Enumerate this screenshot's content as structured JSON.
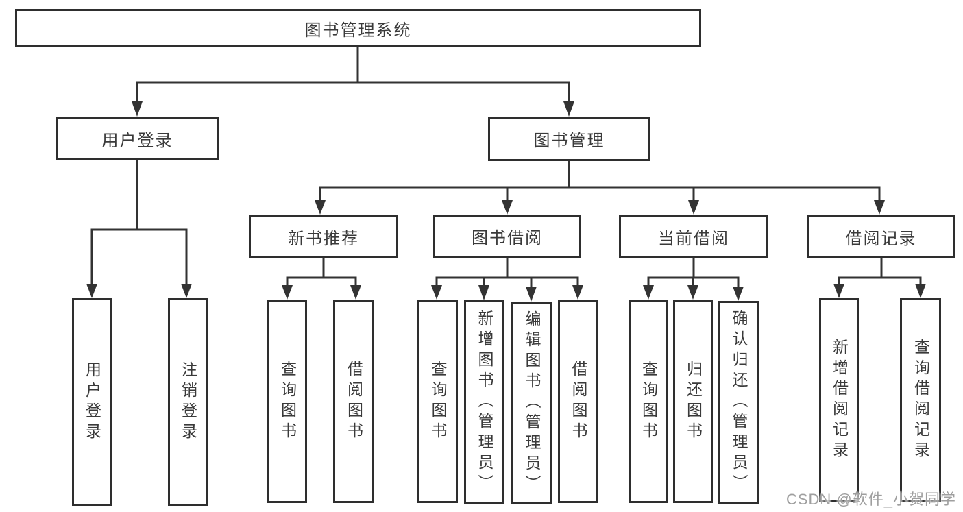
{
  "colors": {
    "background": "#ffffff",
    "line": "#333333",
    "box_border": "#2e2e2e",
    "text": "#3a3a3a",
    "watermark": "#9f9f9f"
  },
  "tree": {
    "root": {
      "label": "图书管理系统"
    },
    "children": [
      {
        "label": "用户登录",
        "children": [
          {
            "label": "用户登录"
          },
          {
            "label": "注销登录"
          }
        ]
      },
      {
        "label": "图书管理",
        "children": [
          {
            "label": "新书推荐",
            "children": [
              {
                "label": "查询图书"
              },
              {
                "label": "借阅图书"
              }
            ]
          },
          {
            "label": "图书借阅",
            "children": [
              {
                "label": "查询图书"
              },
              {
                "label": "新增图书（管理员）"
              },
              {
                "label": "编辑图书（管理员）"
              },
              {
                "label": "借阅图书"
              }
            ]
          },
          {
            "label": "当前借阅",
            "children": [
              {
                "label": "查询图书"
              },
              {
                "label": "归还图书"
              },
              {
                "label": "确认归还（管理员）"
              }
            ]
          },
          {
            "label": "借阅记录",
            "children": [
              {
                "label": "新增借阅记录"
              },
              {
                "label": "查询借阅记录"
              }
            ]
          }
        ]
      }
    ]
  },
  "watermark": {
    "text": "CSDN @软件_小贺同学"
  }
}
